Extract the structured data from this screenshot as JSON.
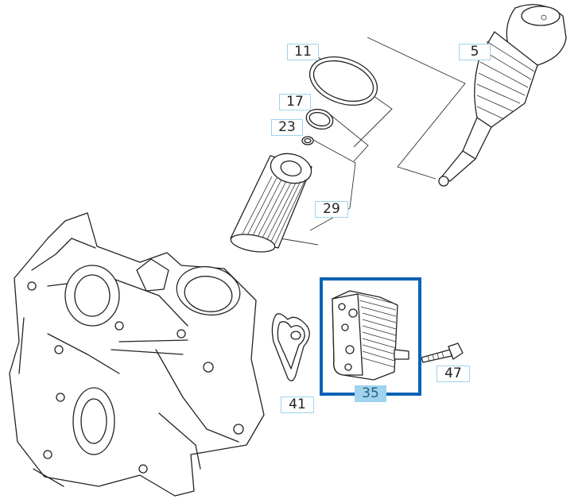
{
  "parts": [
    {
      "id": "part-11",
      "label": "11"
    },
    {
      "id": "part-5",
      "label": "5"
    },
    {
      "id": "part-17",
      "label": "17"
    },
    {
      "id": "part-23",
      "label": "23"
    },
    {
      "id": "part-29",
      "label": "29"
    },
    {
      "id": "part-35",
      "label": "35"
    },
    {
      "id": "part-41",
      "label": "41"
    },
    {
      "id": "part-47",
      "label": "47"
    }
  ],
  "selected_part": "35",
  "colors": {
    "callout_border": "#9fd3ee",
    "selected_fill": "#9fd3ee",
    "selection_frame": "#0a63b5"
  }
}
